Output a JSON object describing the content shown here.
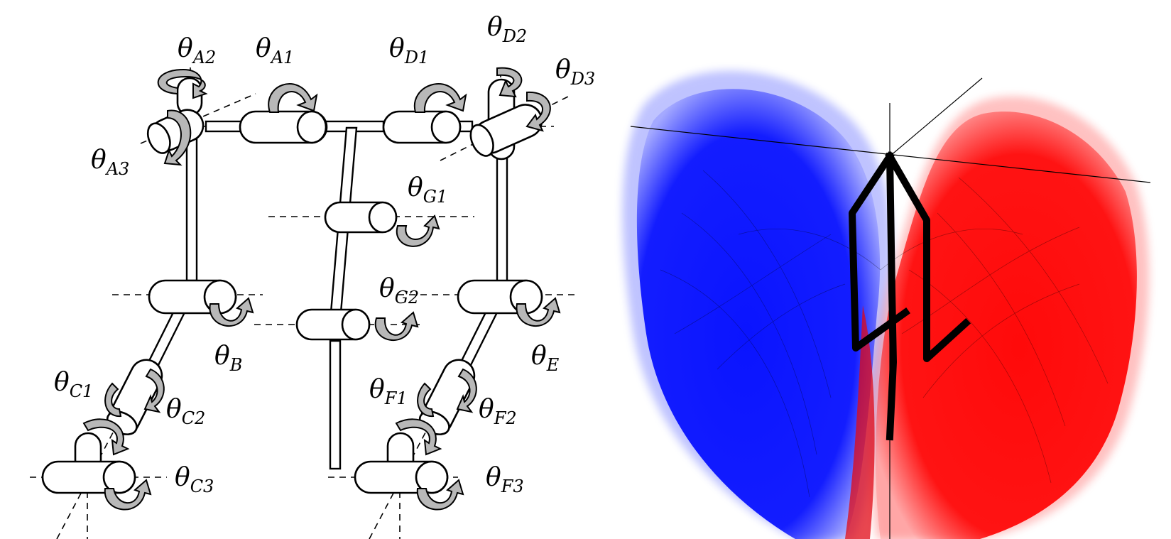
{
  "joint_labels": {
    "A1": {
      "sym": "θ",
      "sub": "A1"
    },
    "A2": {
      "sym": "θ",
      "sub": "A2"
    },
    "A3": {
      "sym": "θ",
      "sub": "A3"
    },
    "D1": {
      "sym": "θ",
      "sub": "D1"
    },
    "D2": {
      "sym": "θ",
      "sub": "D2"
    },
    "D3": {
      "sym": "θ",
      "sub": "D3"
    },
    "G1": {
      "sym": "θ",
      "sub": "G1"
    },
    "G2": {
      "sym": "θ",
      "sub": "G2"
    },
    "B": {
      "sym": "θ",
      "sub": "B"
    },
    "E": {
      "sym": "θ",
      "sub": "E"
    },
    "C1": {
      "sym": "θ",
      "sub": "C1"
    },
    "C2": {
      "sym": "θ",
      "sub": "C2"
    },
    "C3": {
      "sym": "θ",
      "sub": "C3"
    },
    "F1": {
      "sym": "θ",
      "sub": "F1"
    },
    "F2": {
      "sym": "θ",
      "sub": "F2"
    },
    "F3": {
      "sym": "θ",
      "sub": "F3"
    }
  },
  "colors": {
    "left_workspace": "#0a14ff",
    "right_workspace": "#ff0a0a",
    "skeleton": "#000000",
    "arrow_fill": "#b8b8b8"
  }
}
